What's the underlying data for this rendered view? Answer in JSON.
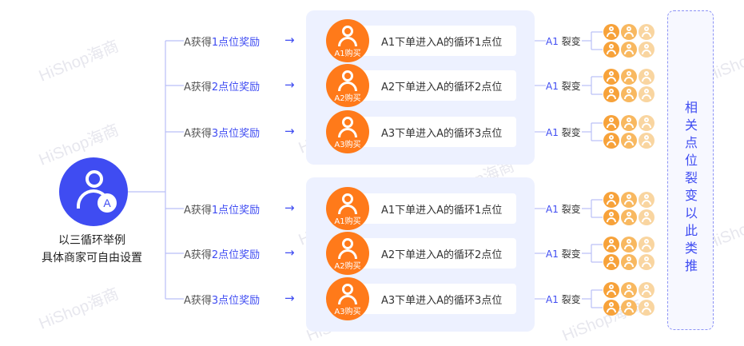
{
  "watermark": "HiShop海商",
  "colors": {
    "primary": "#3f4cf2",
    "buyer": "#ff7a1a",
    "panel": "#edf1ff",
    "mini_dark": "#f7a23a",
    "mini_light": "#f9d5a0"
  },
  "root": {
    "icon_letter": "A",
    "caption_line1": "以三循环举例",
    "caption_line2": "具体商家可自由设置"
  },
  "groups": [
    {
      "rows": [
        {
          "reward_pre": "A获得",
          "reward_num": "1点位奖励",
          "buyer_label": "A1购买",
          "card_text": "A1下单进入A的循环1点位",
          "fission_pre": "A1",
          "fission_post": "裂变"
        },
        {
          "reward_pre": "A获得",
          "reward_num": "2点位奖励",
          "buyer_label": "A2购买",
          "card_text": "A2下单进入A的循环2点位",
          "fission_pre": "A1",
          "fission_post": "裂变"
        },
        {
          "reward_pre": "A获得",
          "reward_num": "3点位奖励",
          "buyer_label": "A3购买",
          "card_text": "A3下单进入A的循环3点位",
          "fission_pre": "A1",
          "fission_post": "裂变"
        }
      ]
    },
    {
      "rows": [
        {
          "reward_pre": "A获得",
          "reward_num": "1点位奖励",
          "buyer_label": "A1购买",
          "card_text": "A1下单进入A的循环1点位",
          "fission_pre": "A1",
          "fission_post": "裂变"
        },
        {
          "reward_pre": "A获得",
          "reward_num": "2点位奖励",
          "buyer_label": "A2购买",
          "card_text": "A2下单进入A的循环2点位",
          "fission_pre": "A1",
          "fission_post": "裂变"
        },
        {
          "reward_pre": "A获得",
          "reward_num": "3点位奖励",
          "buyer_label": "A3购买",
          "card_text": "A3下单进入A的循环3点位",
          "fission_pre": "A1",
          "fission_post": "裂变"
        }
      ]
    }
  ],
  "side_note": [
    "相",
    "关",
    "点",
    "位",
    "裂",
    "变",
    "以",
    "此",
    "类",
    "推"
  ]
}
